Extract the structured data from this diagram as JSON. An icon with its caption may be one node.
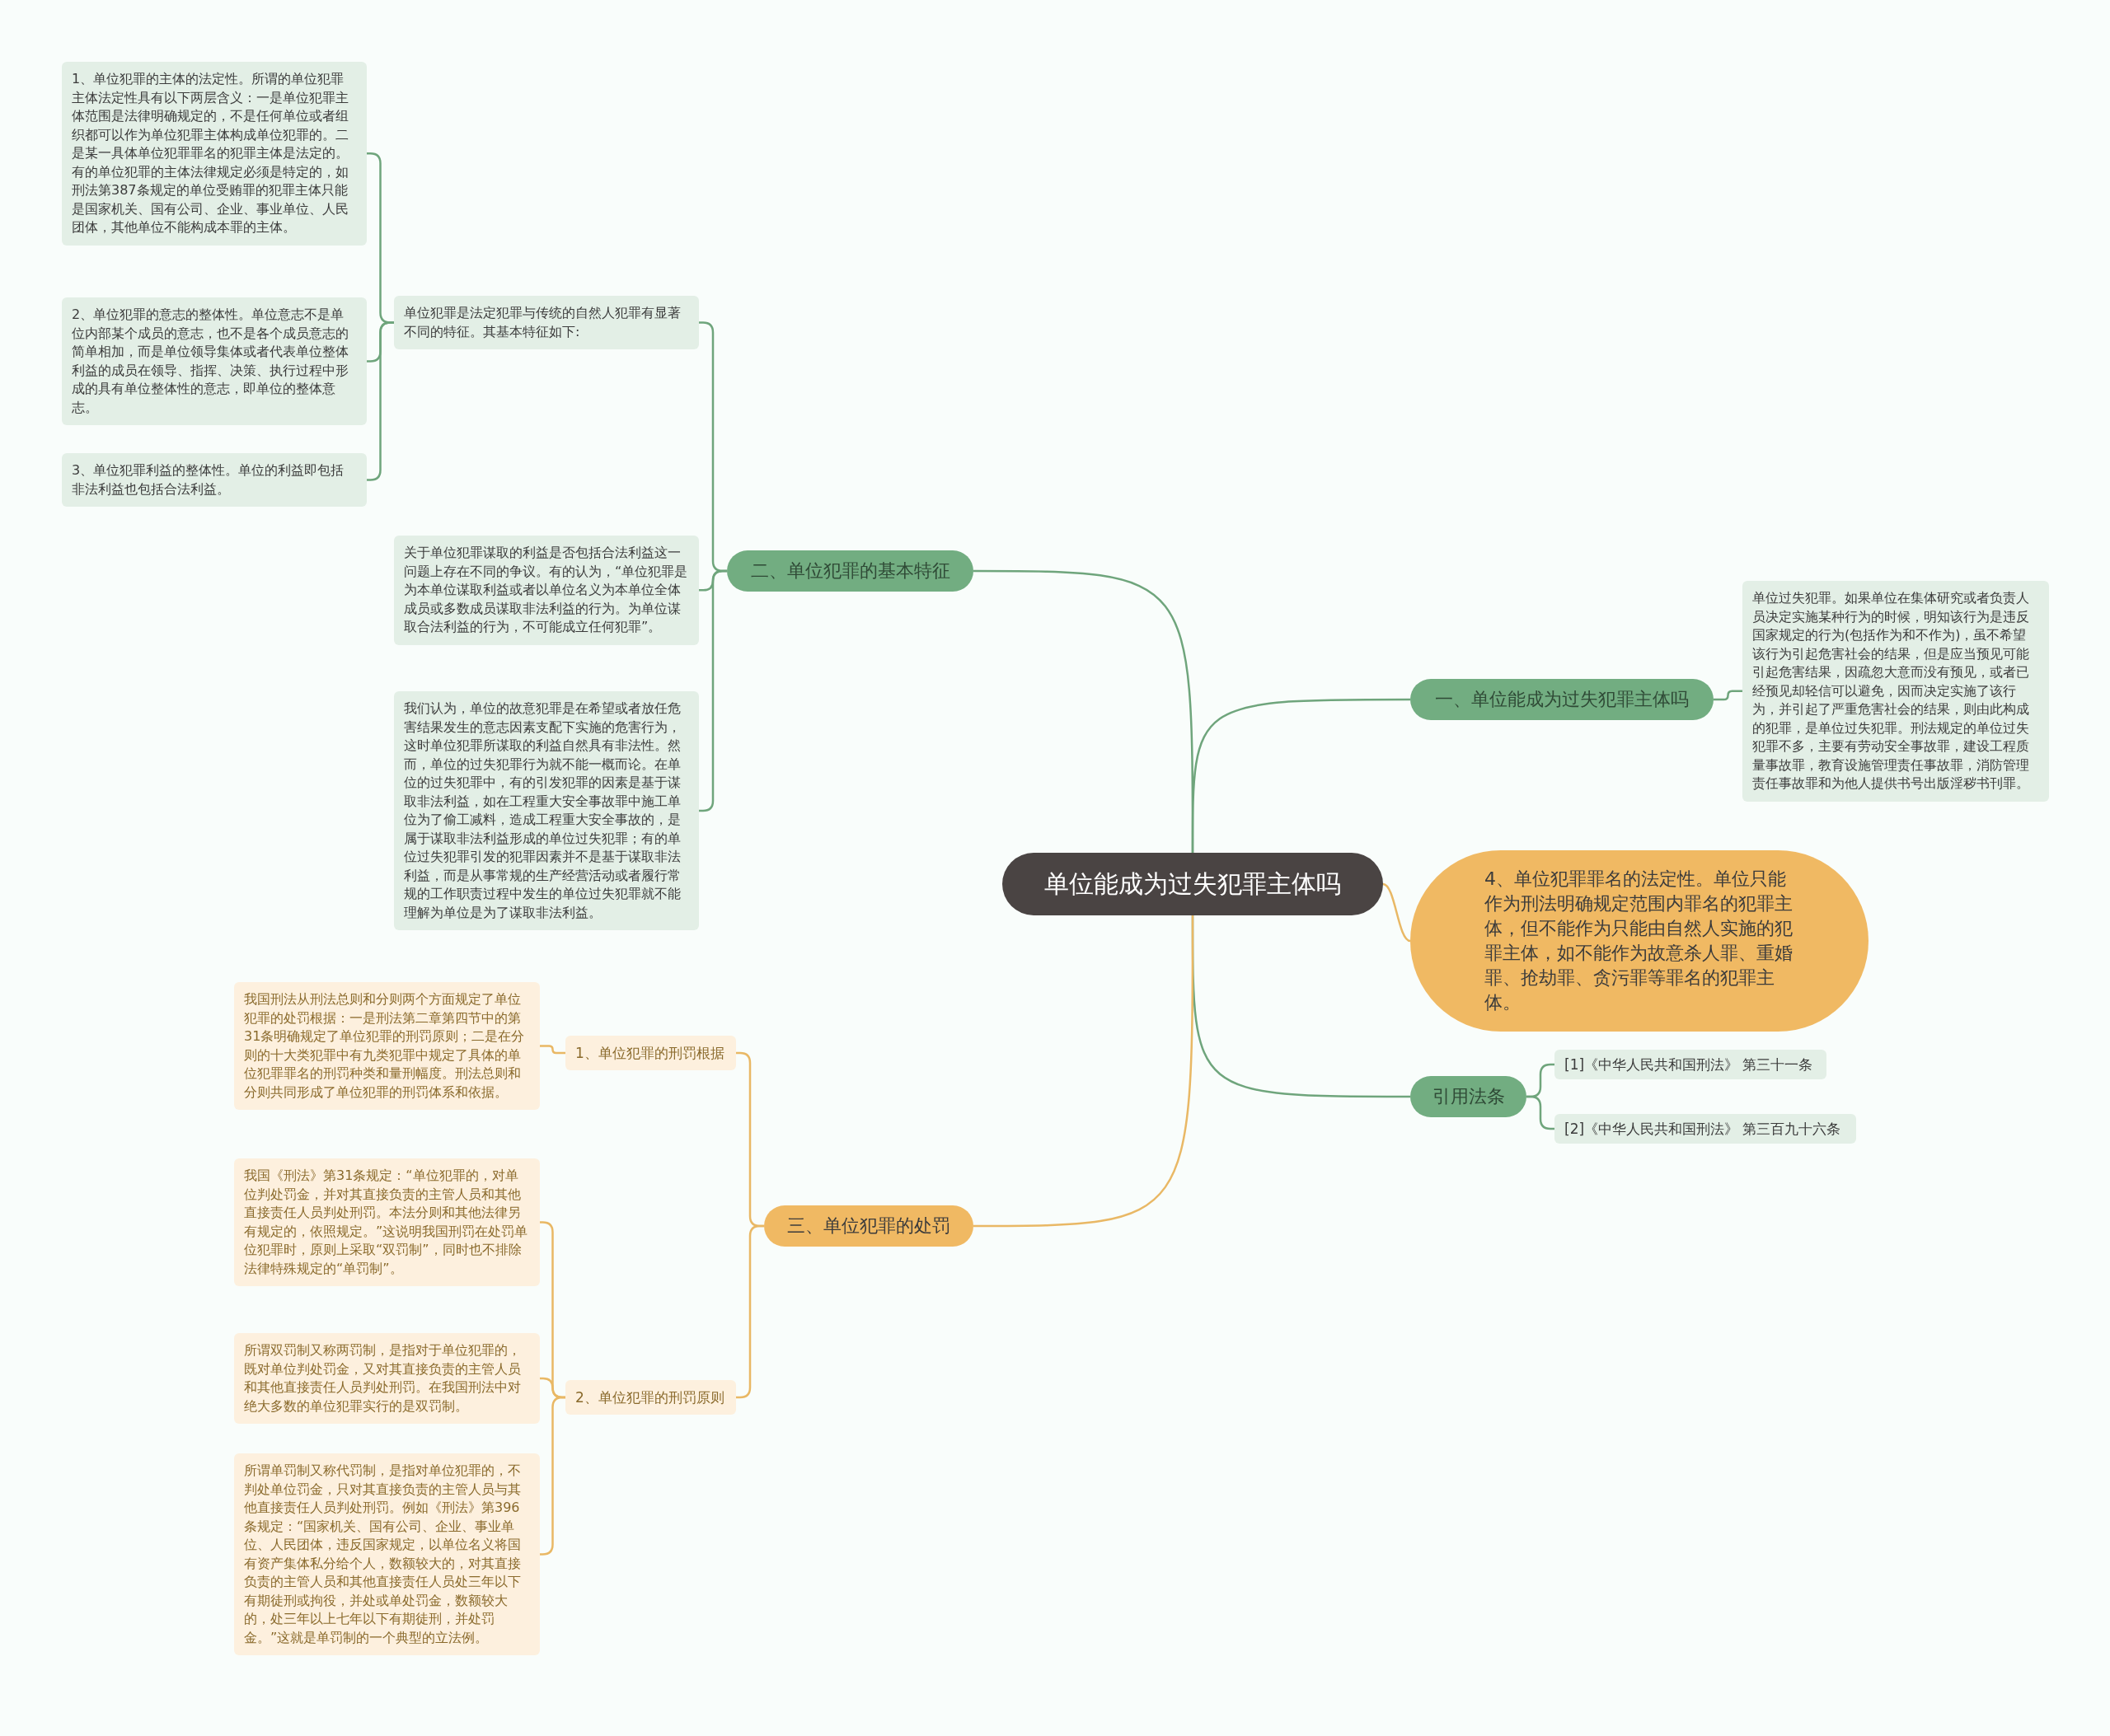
{
  "diagram": {
    "nodes": [
      {
        "text": [
          "单位能成为过失犯罪主体吗"
        ]
      },
      {
        "text": [
          "二、单位犯罪的基本特征"
        ]
      },
      {
        "text": [
          "单位犯罪是法定犯罪与传统的自然人犯罪有显著不同的特征。其基本特征如下:"
        ]
      },
      {
        "text": [
          "1、单位犯罪的主体的法定性。所谓的单位犯罪主体法定性具有以下两层含义：一是单位犯罪主体范围是法律明确规定的，不是任何单位或者组织都可以作为单位犯罪主体构成单位犯罪的。二是某一具体单位犯罪罪名的犯罪主体是法定的。有的单位犯罪的主体法律规定必须是特定的，如刑法第387条规定的单位受贿罪的犯罪主体只能是国家机关、国有公司、企业、事业单位、人民团体，其他单位不能构成本罪的主体。"
        ]
      },
      {
        "text": [
          "2、单位犯罪的意志的整体性。单位意志不是单位内部某个成员的意志，也不是各个成员意志的简单相加，而是单位领导集体或者代表单位整体利益的成员在领导、指挥、决策、执行过程中形成的具有单位整体性的意志，即单位的整体意志。"
        ]
      },
      {
        "text": [
          "3、单位犯罪利益的整体性。单位的利益即包括非法利益也包括合法利益。"
        ]
      },
      {
        "text": [
          "关于单位犯罪谋取的利益是否包括合法利益这一问题上存在不同的争议。有的认为，“单位犯罪是为本单位谋取利益或者以单位名义为本单位全体成员或多数成员谋取非法利益的行为。为单位谋取合法利益的行为，不可能成立任何犯罪”。"
        ]
      },
      {
        "text": [
          "我们认为，单位的故意犯罪是在希望或者放任危害结果发生的意志因素支配下实施的危害行为，这时单位犯罪所谋取的利益自然具有非法性。然而，单位的过失犯罪行为就不能一概而论。在单位的过失犯罪中，有的引发犯罪的因素是基于谋取非法利益，如在工程重大安全事故罪中施工单位为了偷工减料，造成工程重大安全事故的，是属于谋取非法利益形成的单位过失犯罪；有的单位过失犯罪引发的犯罪因素并不是基于谋取非法利益，而是从事常规的生产经营活动或者履行常规的工作职责过程中发生的单位过失犯罪就不能理解为单位是为了谋取非法利益。"
        ]
      },
      {
        "text": [
          "一、单位能成为过失犯罪主体吗"
        ]
      },
      {
        "text": [
          "单位过失犯罪。如果单位在集体研究或者负责人员决定实施某种行为的时候，明知该行为是违反国家规定的行为(包括作为和不作为)，虽不希望该行为引起危害社会的结果，但是应当预见可能引起危害结果，因疏忽大意而没有预见，或者已经预见却轻信可以避免，因而决定实施了该行为，并引起了严重危害社会的结果，则由此构成的犯罪，是单位过失犯罪。刑法规定的单位过失犯罪不多，主要有劳动安全事故罪，建设工程质量事故罪，教育设施管理责任事故罪，消防管理责任事故罪和为他人提供书号出版淫秽书刊罪。"
        ]
      },
      {
        "text": [
          "4、单位犯罪罪名的法定性。单位只能作为刑法明确规定范围内罪名的犯罪主体，但不能作为只能由自然人实施的犯罪主体，如不能作为故意杀人罪、重婚罪、抢劫罪、贪污罪等罪名的犯罪主体。"
        ]
      },
      {
        "text": [
          "引用法条"
        ]
      },
      {
        "text": [
          "[1]《中华人民共和国刑法》 第三十一条"
        ]
      },
      {
        "text": [
          "[2]《中华人民共和国刑法》 第三百九十六条"
        ]
      },
      {
        "text": [
          "三、单位犯罪的处罚"
        ]
      },
      {
        "text": [
          "1、单位犯罪的刑罚根据"
        ]
      },
      {
        "text": [
          "我国刑法从刑法总则和分则两个方面规定了单位犯罪的处罚根据：一是刑法第二章第四节中的第31条明确规定了单位犯罪的刑罚原则；二是在分则的十大类犯罪中有九类犯罪中规定了具体的单位犯罪罪名的刑罚种类和量刑幅度。刑法总则和分则共同形成了单位犯罪的刑罚体系和依据。"
        ]
      },
      {
        "text": [
          "2、单位犯罪的刑罚原则"
        ]
      },
      {
        "text": [
          "我国《刑法》第31条规定：“单位犯罪的，对单位判处罚金，并对其直接负责的主管人员和其他直接责任人员判处刑罚。本法分则和其他法律另有规定的，依照规定。”这说明我国刑罚在处罚单位犯罪时，原则上采取“双罚制”，同时也不排除法律特殊规定的“单罚制”。"
        ]
      },
      {
        "text": [
          "所谓双罚制又称两罚制，是指对于单位犯罪的，既对单位判处罚金，又对其直接负责的主管人员和其他直接责任人员判处刑罚。在我国刑法中对绝大多数的单位犯罪实行的是双罚制。"
        ]
      },
      {
        "text": [
          "所谓单罚制又称代罚制，是指对单位犯罪的，不判处单位罚金，只对其直接负责的主管人员与其他直接责任人员判处刑罚。例如《刑法》第396条规定：“国家机关、国有公司、企业、事业单位、人民团体，违反国家规定，以单位名义将国有资产集体私分给个人，数额较大的，对其直接负责的主管人员和其他直接责任人员处三年以下有期徒刑或拘役，并处或单处罚金，数额较大的，处三年以上七年以下有期徒刑，并处罚金。”这就是单罚制的一个典型的立法例。"
        ]
      }
    ],
    "edges": [
      {
        "from": 0,
        "to": 1,
        "arrow": "none"
      },
      {
        "from": 1,
        "to": 2,
        "arrow": "none"
      },
      {
        "from": 2,
        "to": 3,
        "arrow": "none"
      },
      {
        "from": 2,
        "to": 4,
        "arrow": "none"
      },
      {
        "from": 2,
        "to": 5,
        "arrow": "none"
      },
      {
        "from": 1,
        "to": 6,
        "arrow": "none"
      },
      {
        "from": 1,
        "to": 7,
        "arrow": "none"
      },
      {
        "from": 0,
        "to": 8,
        "arrow": "none"
      },
      {
        "from": 8,
        "to": 9,
        "arrow": "none"
      },
      {
        "from": 0,
        "to": 10,
        "arrow": "none",
        "color": "#e9b865"
      },
      {
        "from": 0,
        "to": 11,
        "arrow": "none"
      },
      {
        "from": 11,
        "to": 12,
        "arrow": "none"
      },
      {
        "from": 11,
        "to": 13,
        "arrow": "none"
      },
      {
        "from": 0,
        "to": 14,
        "arrow": "none",
        "color": "#e9b865"
      },
      {
        "from": 14,
        "to": 15,
        "arrow": "none",
        "color": "#e9b865"
      },
      {
        "from": 15,
        "to": 16,
        "arrow": "none",
        "color": "#e9b865"
      },
      {
        "from": 14,
        "to": 17,
        "arrow": "none",
        "color": "#e9b865"
      },
      {
        "from": 17,
        "to": 18,
        "arrow": "none",
        "color": "#e9b865"
      },
      {
        "from": 17,
        "to": 19,
        "arrow": "none",
        "color": "#e9b865"
      },
      {
        "from": 17,
        "to": 20,
        "arrow": "none",
        "color": "#e9b865"
      }
    ]
  }
}
